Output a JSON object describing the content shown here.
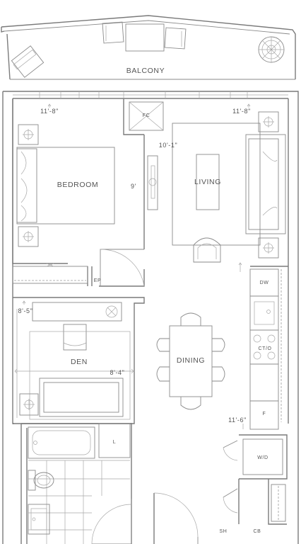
{
  "rooms": {
    "balcony": "BALCONY",
    "bedroom": "BEDROOM",
    "living": "LIVING",
    "den": "DEN",
    "dining": "DINING"
  },
  "dimensions": {
    "bedroom_width": "11'-8\"",
    "bedroom_depth": "9'",
    "living_width": "11'-8\"",
    "living_depth": "10'-1\"",
    "den_width": "8'-4\"",
    "den_depth": "8'-5\"",
    "kitchen_width": "11'-6\""
  },
  "fixtures": {
    "fc": "FC",
    "ep": "EP",
    "dw": "DW",
    "ct_o": "CT/O",
    "f": "F",
    "l": "L",
    "wd": "W/D",
    "sh": "SH",
    "cb": "CB"
  },
  "colors": {
    "line": "#7a7a7a",
    "text": "#555555",
    "background": "#ffffff"
  }
}
